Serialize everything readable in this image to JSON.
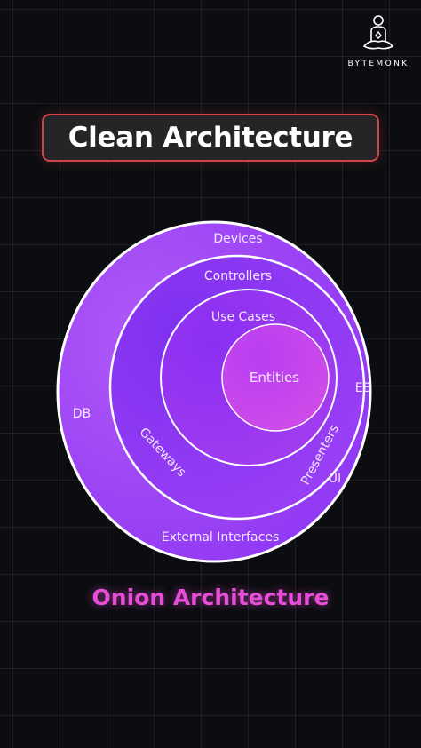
{
  "brand": {
    "name": "BYTEMONK",
    "icon": "meditating-monk-icon"
  },
  "title": "Clean Architecture",
  "subtitle": "Onion Architecture",
  "diagram": {
    "layers": [
      {
        "name": "Entities",
        "color": "#c03cf0"
      },
      {
        "name": "Use Cases",
        "color": "#9233f4"
      },
      {
        "name": "Controllers / Gateways / Presenters",
        "color": "#8c34f5"
      },
      {
        "name": "Devices / DB / External Interfaces / UI / Web",
        "color": "#a048f6"
      }
    ],
    "labels": {
      "entities": "Entities",
      "use_cases": "Use Cases",
      "controllers": "Controllers",
      "gateways": "Gateways",
      "presenters": "Presenters",
      "devices": "Devices",
      "db": "DB",
      "external_interfaces": "External Interfaces",
      "ui": "UI",
      "web_partial": "EB"
    }
  }
}
